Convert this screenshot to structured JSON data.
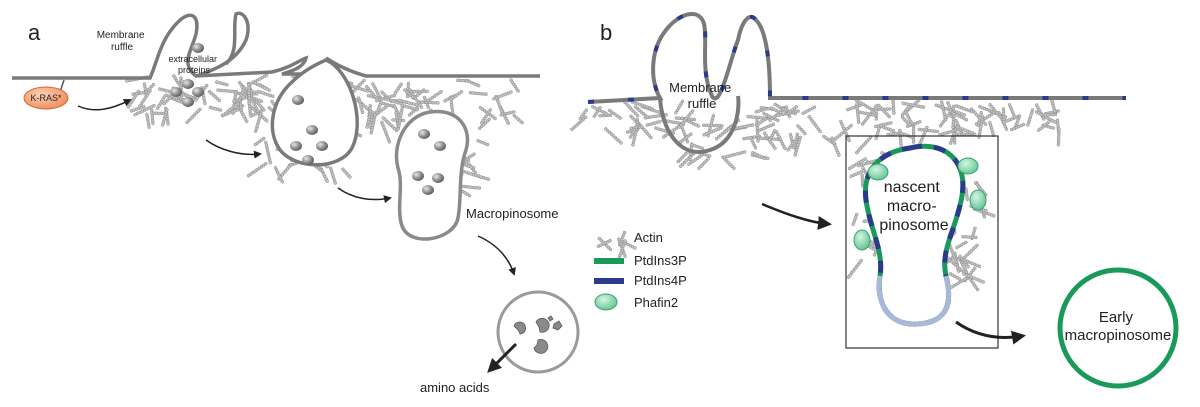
{
  "panels": {
    "a": {
      "letter": "a",
      "membrane_ruffle_label": "Membrane\nruffle",
      "extracellular_proteins_label": "extracellular\nproteins",
      "kras_label": "K-RAS*",
      "macropinosome_label": "Macropinosome",
      "amino_acids_label": "amino acids"
    },
    "b": {
      "letter": "b",
      "membrane_ruffle_label": "Membrane\nruffle",
      "nascent_label": "nascent\nmacro-\npinosome",
      "early_label": "Early\nmacropinosome"
    }
  },
  "legend": {
    "items": [
      {
        "label": "Actin",
        "icon": "actin-icon"
      },
      {
        "label": "PtdIns3P",
        "icon": "ptdins3p-bar",
        "color": "#1a9a5a"
      },
      {
        "label": "PtdIns4P",
        "icon": "ptdins4p-bar",
        "color": "#2a3a8c"
      },
      {
        "label": "Phafin2",
        "icon": "phafin2-blob",
        "color": "#7fd4a8"
      }
    ]
  },
  "colors": {
    "membrane": "#7a7a7a",
    "actin": "#b0b0b0",
    "ptdins3p": "#1a9a5a",
    "ptdins4p": "#2a3a8c",
    "phafin2": "#7fd4a8",
    "kras": "#f4a074",
    "early_macropinosome": "#1a9a5a"
  }
}
